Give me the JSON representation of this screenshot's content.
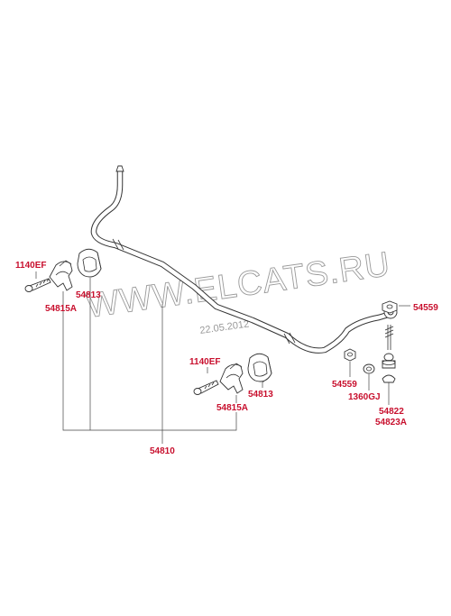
{
  "watermark": "WWW.ELCATS.RU",
  "date_stamp": "22.05.2012",
  "labels": {
    "bolt_left": "1140EF",
    "bracket_left": "54815A",
    "bushing_left": "54813",
    "bolt_right": "1140EF",
    "bracket_right": "54815A",
    "bushing_right": "54813",
    "stabilizer_bar": "54810",
    "nut_top": "54559",
    "nut_mid": "54559",
    "washer": "1360GJ",
    "link_a": "54822",
    "link_b": "54823A"
  }
}
